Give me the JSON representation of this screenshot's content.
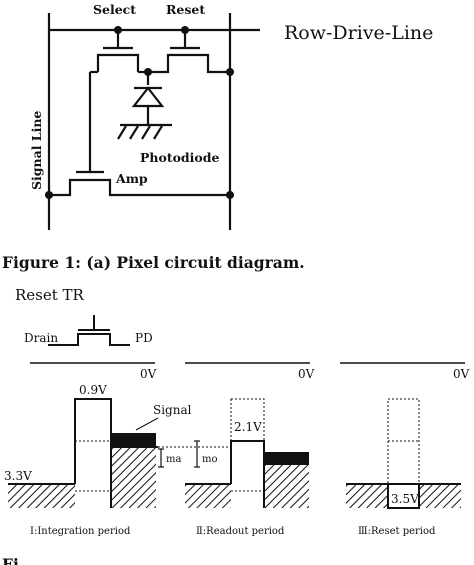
{
  "circuit": {
    "select_label": "Select",
    "reset_label": "Reset",
    "row_drive_line_label": "Row-Drive-Line",
    "signal_line_label": "Signal Line",
    "photodiode_label": "Photodiode",
    "amp_label": "Amp"
  },
  "figure1_caption": "Figure 1:  (a) Pixel circuit diagram.",
  "potential": {
    "reset_tr_label": "Reset TR",
    "drain_label": "Drain",
    "pd_label": "PD",
    "zero_v_label": "0V",
    "integration": {
      "gate_voltage": "0.9V",
      "drain_voltage": "3.3V",
      "signal_label": "Signal",
      "ma_label": "ma",
      "mo_label": "mo",
      "period_label": "Ⅰ:Integration period"
    },
    "readout": {
      "gate_voltage": "2.1V",
      "period_label": "Ⅱ:Readout period"
    },
    "reset": {
      "gate_voltage": "3.5V",
      "period_label": "Ⅲ:Reset period"
    }
  },
  "figure2_caption_partial": "Fi"
}
